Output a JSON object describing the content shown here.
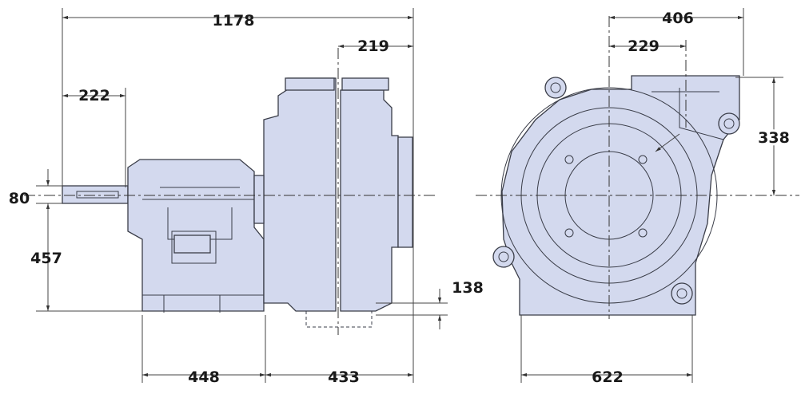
{
  "drawing": {
    "side_view": {
      "overall_length": "1178",
      "discharge_offset": "219",
      "shaft_extension": "222",
      "shaft_diameter": "80",
      "shaft_height": "457",
      "suction_drop": "138",
      "base_length_1": "448",
      "base_length_2": "433"
    },
    "front_view": {
      "width_to_discharge": "406",
      "discharge_center": "229",
      "discharge_height": "338",
      "base_width": "622"
    },
    "fill_color": "#d3d9ee",
    "line_color": "#3a3d48"
  }
}
